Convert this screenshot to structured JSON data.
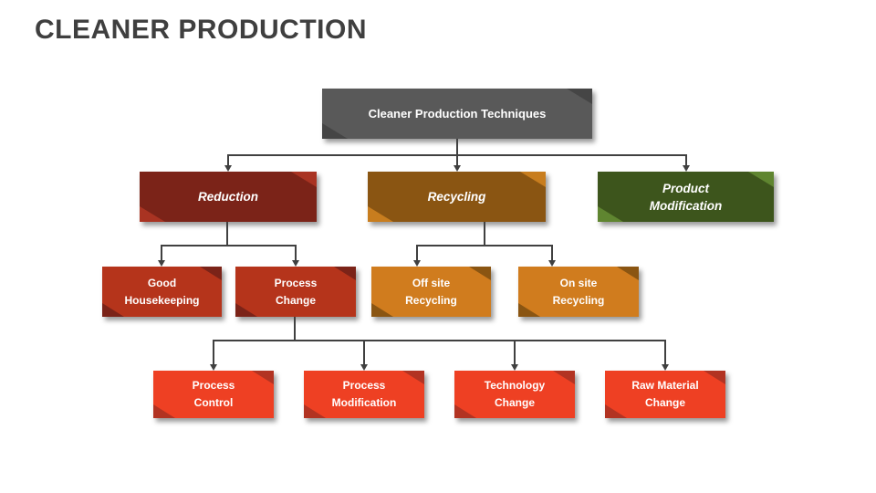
{
  "page": {
    "title": "CLEANER PRODUCTION",
    "title_color": "#3f3f3f",
    "background": "#ffffff"
  },
  "diagram": {
    "type": "hierarchy-flowchart",
    "connector_color": "#404040",
    "root": {
      "label": "Cleaner Production Techniques",
      "color": "#595959",
      "fold": "#454545"
    },
    "level2": [
      {
        "id": "reduction",
        "label": "Reduction",
        "color": "#7b2318",
        "fold": "#a93322",
        "parent": "root"
      },
      {
        "id": "recycling",
        "label": "Recycling",
        "color": "#8a5512",
        "fold": "#c87d1e",
        "parent": "root"
      },
      {
        "id": "product-modification",
        "label": "Product\nModification",
        "color": "#3d551c",
        "fold": "#5f8530",
        "parent": "root"
      }
    ],
    "level3": [
      {
        "id": "good-housekeeping",
        "label": "Good\nHousekeeping",
        "color": "#b5341b",
        "fold": "#7b2318",
        "parent": "reduction"
      },
      {
        "id": "process-change",
        "label": "Process\nChange",
        "color": "#b5341b",
        "fold": "#7b2318",
        "parent": "reduction"
      },
      {
        "id": "off-site-recycling",
        "label": "Off site\nRecycling",
        "color": "#d07c1e",
        "fold": "#8a5512",
        "parent": "recycling"
      },
      {
        "id": "on-site-recycling",
        "label": "On site\nRecycling",
        "color": "#d07c1e",
        "fold": "#8a5512",
        "parent": "recycling"
      }
    ],
    "level4": [
      {
        "id": "process-control",
        "label": "Process\nControl",
        "color": "#ee4023",
        "fold": "#b23322",
        "parent": "process-change"
      },
      {
        "id": "process-modification",
        "label": "Process\nModification",
        "color": "#ee4023",
        "fold": "#b23322",
        "parent": "process-change"
      },
      {
        "id": "technology-change",
        "label": "Technology\nChange",
        "color": "#ee4023",
        "fold": "#b23322",
        "parent": "process-change"
      },
      {
        "id": "raw-material-change",
        "label": "Raw Material\nChange",
        "color": "#ee4023",
        "fold": "#b23322",
        "parent": "process-change"
      }
    ]
  }
}
